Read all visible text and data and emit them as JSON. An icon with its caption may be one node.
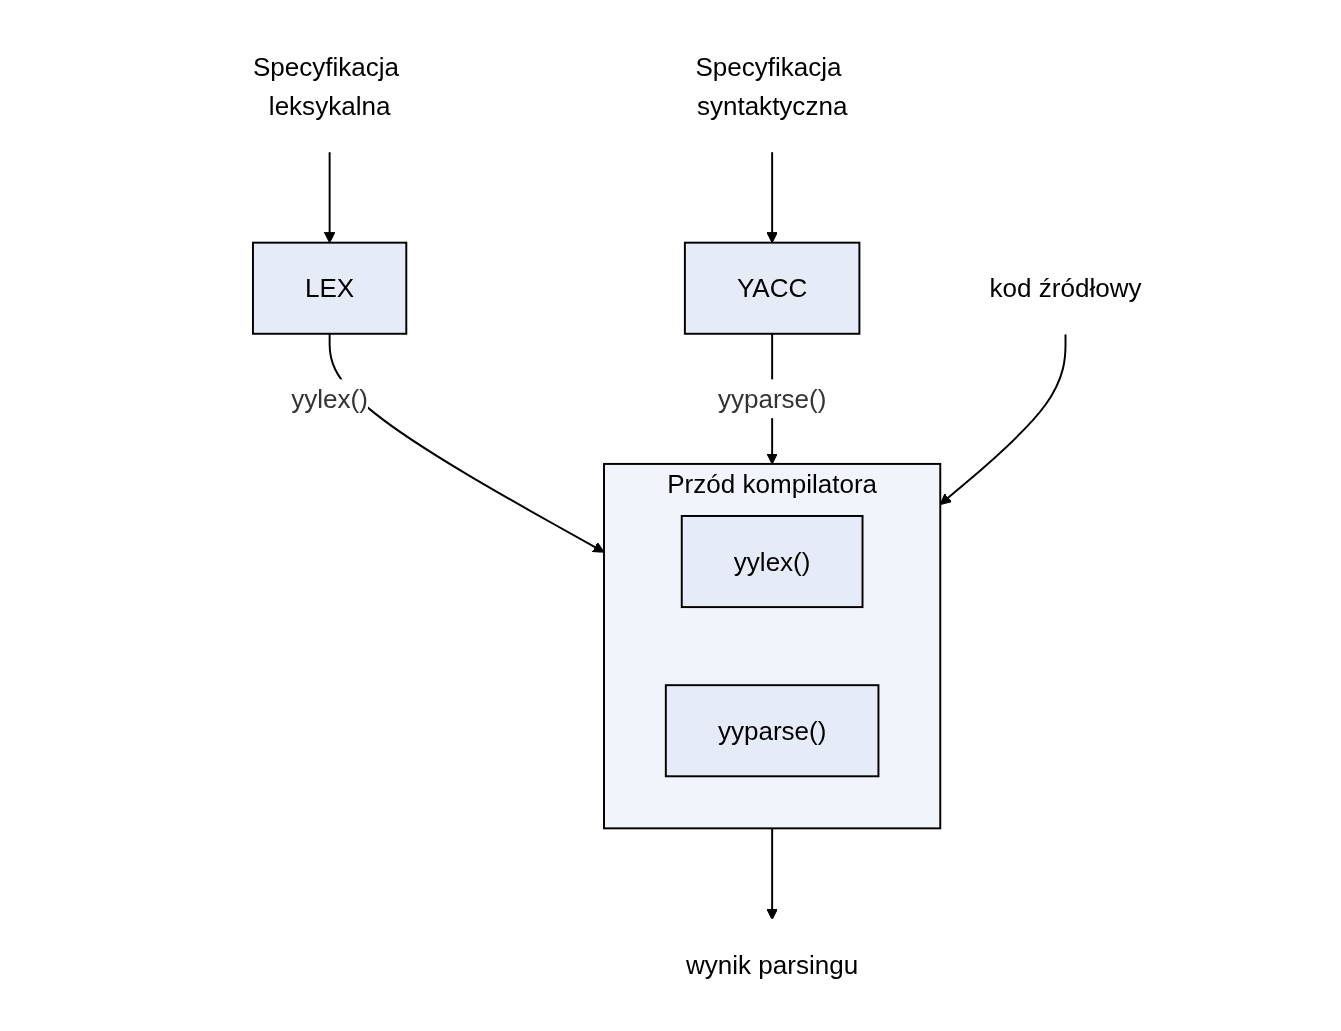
{
  "diagram": {
    "nodes": [
      {
        "text": [
          "Specyfikacja leksykalna"
        ]
      },
      {
        "text": [
          "Specyfikacja syntaktyczna"
        ]
      },
      {
        "text": [
          "LEX"
        ]
      },
      {
        "text": [
          "YACC"
        ]
      },
      {
        "text": [
          "Przód kompilatora"
        ]
      },
      {
        "text": [
          "yylex()"
        ],
        "in": 4
      },
      {
        "text": [
          "yyparse()"
        ],
        "in": 4
      },
      {
        "text": [
          "kod źródłowy"
        ]
      },
      {
        "text": [
          "wynik parsingu"
        ]
      }
    ],
    "edges": [
      {
        "from": 0,
        "to": 2,
        "arrow": "to"
      },
      {
        "from": 1,
        "to": 3,
        "arrow": "to"
      },
      {
        "from": 2,
        "to": 4,
        "arrow": "to",
        "label": "yylex()"
      },
      {
        "from": 3,
        "to": 4,
        "arrow": "to",
        "label": "yyparse()"
      },
      {
        "from": 7,
        "to": 4,
        "arrow": "to"
      },
      {
        "from": 4,
        "to": 8,
        "arrow": "to"
      }
    ]
  }
}
